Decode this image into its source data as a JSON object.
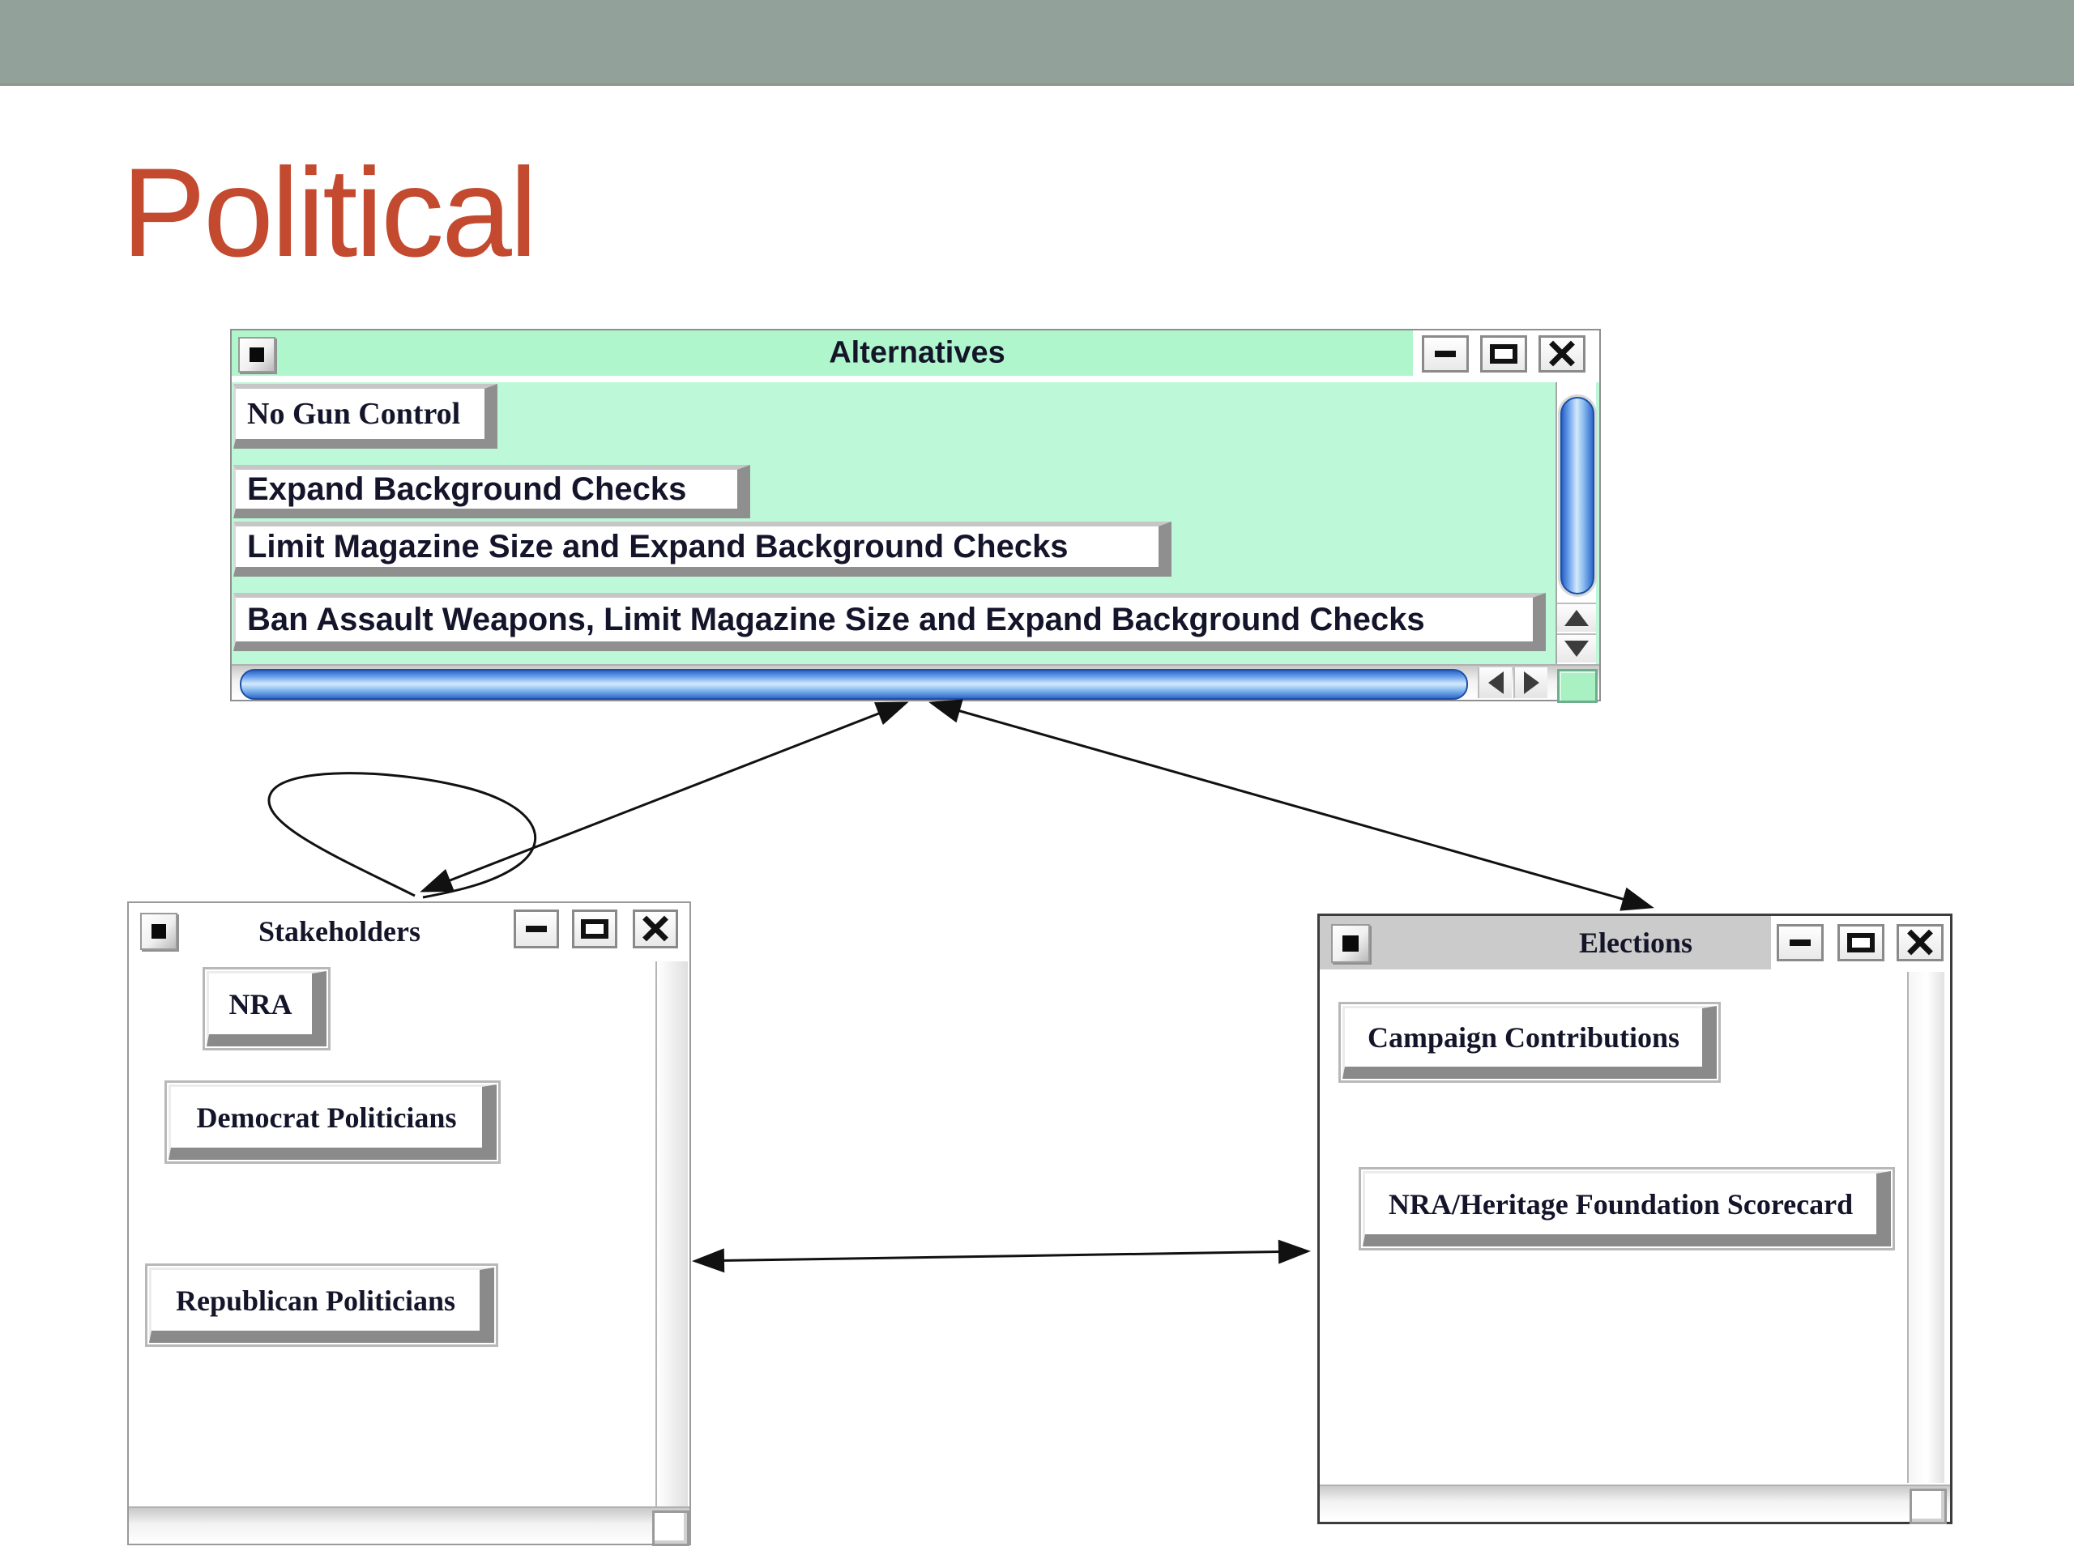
{
  "slide": {
    "title": "Political"
  },
  "windows": {
    "alternatives": {
      "title": "Alternatives",
      "items": [
        "No Gun Control",
        "Expand Background Checks",
        "Limit Magazine Size and Expand Background Checks",
        "Ban Assault Weapons, Limit Magazine Size and Expand Background Checks"
      ]
    },
    "stakeholders": {
      "title": "Stakeholders",
      "items": [
        "NRA",
        "Democrat Politicians",
        "Republican Politicians"
      ]
    },
    "elections": {
      "title": "Elections",
      "items": [
        "Campaign Contributions",
        "NRA/Heritage Foundation Scorecard"
      ]
    }
  },
  "icons": {
    "window_menu": "black-square",
    "minimize": "minus",
    "maximize": "rectangle-outline",
    "close": "x-cross",
    "scroll_up": "triangle-up",
    "scroll_down": "triangle-down",
    "scroll_left": "triangle-left",
    "scroll_right": "triangle-right",
    "resize_grip": "small-square"
  },
  "connections": [
    {
      "from": "stakeholders",
      "to": "alternatives",
      "type": "double-arrow"
    },
    {
      "from": "elections",
      "to": "alternatives",
      "type": "double-arrow"
    },
    {
      "from": "stakeholders",
      "to": "elections",
      "type": "double-arrow"
    },
    {
      "from": "stakeholders",
      "to": "stakeholders",
      "type": "self-loop"
    }
  ],
  "colors": {
    "top_band": "#92A29A",
    "slide_title_red": "#C3492F",
    "alternatives_titlebar_green": "#AFF6CD",
    "alternatives_body_green": "#BDF8D8",
    "scrollbar_blue": "#4A86DC",
    "corner_box_green": "#A9F0C3",
    "elections_titlebar_gray": "#CBCBCB",
    "slab_shadow_gray": "#8A8A8A",
    "arrow_black": "#111111"
  }
}
